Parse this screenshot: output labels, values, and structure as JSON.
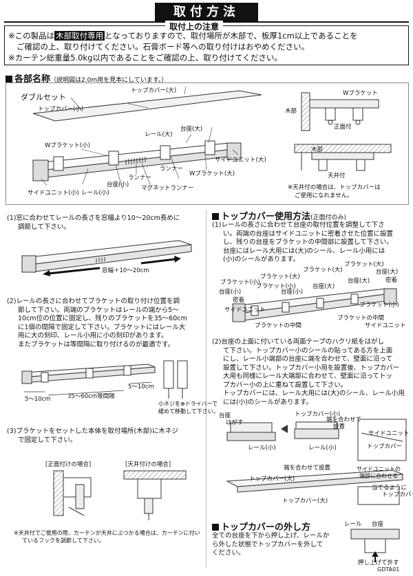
{
  "title": "取付方法",
  "notice": {
    "heading": "取付上の注意",
    "line1_pre": "※この製品は",
    "line1_highlight": "木部取付専用",
    "line1_post": "となっておりますので、取付場所が木部で、板厚1cm以上であることを",
    "line2": "ご確認の上、取り付けてください。石膏ボード等への取り付けはおやめください。",
    "line3": "※カーテン総重量5.0kg以内であることをご確認の上、取り付けてください。"
  },
  "parts": {
    "heading": "各部名称",
    "note": "（説明図は2.0m用を見本にしています。）",
    "set_label": "ダブルセット",
    "labels": {
      "top_cover_large": "トップカバー(大)",
      "top_cover_small": "トップカバー(小)",
      "base_large": "台座(大)",
      "rail_large": "レール(大)",
      "w_bracket_small": "Wブラケット(小)",
      "side_unit_large": "サイドユニット(大)",
      "runner_1": "ランナー",
      "runner_2": "ランナー",
      "magnet_runner": "マグネットランナー",
      "w_bracket_large": "Wブラケット(大)",
      "base_small": "台座(小)",
      "side_unit_small": "サイドユニット(小)",
      "rail_small": "レール(小)"
    },
    "mount": {
      "w_bracket": "Wブラケット",
      "wood": "木部",
      "front": "正面付",
      "wood2": "木部",
      "ceiling": "天井付",
      "ceiling_note_1": "※天井付の場合は、トップカバーは",
      "ceiling_note_2": "ご使用になれません。"
    }
  },
  "steps_left": {
    "s1_line1": "(1)窓に合わせてレールの長さを窓幅より10～20cm長めに",
    "s1_line2": "調節して下さい。",
    "s1_dim": "窓幅＋10～20cm",
    "s2_lines": [
      "(2)レールの長さに合わせてブラケットの取り付け位置を調",
      "節して下さい。両端のブラケットはレールの端から5～",
      "10cm位の位置に固定し、残りのブラケットを35～60cm",
      "に1個の間隔で固定して下さい。ブラケットにはレール大",
      "用に大の刻印、レール小用に小の刻印があります。",
      "またブラケットは等間隔に取り付けるのが最適です。"
    ],
    "s2_dim_left": "5～10cm",
    "s2_dim_mid": "35～60cm等間隔",
    "s2_dim_right": "5～10cm",
    "s2_screw_note_1": "小ネジを⊕ドライバーで",
    "s2_screw_note_2": "緩めて移動して下さい。",
    "s3_line1": "(3)ブラケットをセットした本体を取付場所(木部)に木ネジ",
    "s3_line2": "で固定して下さい。",
    "s3_front": "[正面付けの場合]",
    "s3_ceiling": "[天井付けの場合]",
    "s3_note_1": "※天井付でご使用の際、カーテンが天井にぶつかる場合は、カーテンに付い",
    "s3_note_2": "ているフックを調節して下さい。"
  },
  "steps_right": {
    "heading": "トップカバー使用方法",
    "heading_note": "(正面付のみ)",
    "s1_lines": [
      "(1)レールの長さに合わせて台座の取付位置を調整して下さ",
      "い。両端の台座はサイドユニットに密着させた位置に設置",
      "し、残りの台座をブラケットの中間部に設置して下さい。",
      "台座にはレール大用には(大)のシール、レール小用には",
      "(小)のシールがあります。"
    ],
    "s1_labels": {
      "bracket_small_1": "ブラケット(小)",
      "bracket_large_1": "ブラケット(大)",
      "bracket_small_2": "ブラケット(小)",
      "bracket_large_2": "ブラケット(大)",
      "bracket_small_3": "ブラケット(小)",
      "bracket_large_3": "ブラケット(大)",
      "base_small_1": "台座(小)",
      "base_large_1": "台座(大)",
      "base_small_2": "台座(小)",
      "base_large_2": "台座(大)",
      "base_large_3": "台座(大)",
      "contact_1": "密着",
      "contact_2": "密着",
      "side_unit_1": "サイドユニット",
      "side_unit_2": "サイドユニット",
      "bracket_mid_1": "ブラケットの中間",
      "bracket_mid_2": "ブラケットの中間"
    },
    "s2_lines": [
      "(2)台座の上面に付いている両面テープのハクリ紙をはがし",
      "て下さい。トップカバー小のシールの貼ってある方を上面",
      "にし、レール小端部の台座に端を合わせて、壁面に沿って",
      "設置して下さい。トップカバー小用を設置後、トップカバー",
      "大用も同様にレール大端部に合わせて、壁面に沿ってトッ",
      "プカバー小の上に重ねて設置して下さい。",
      "トップカバーには、レール大用には(大)のシール、レール小用",
      "には(小)のシールがあります。"
    ],
    "s2_labels": {
      "base": "台座",
      "peel": "はがす",
      "rail_small": "レール(小)",
      "top_cover_small": "トップカバー(小)",
      "align_end_1": "端を合わせて",
      "align_end_2": "設置",
      "rail_small_2": "レール(小)",
      "side_unit": "サイドユニット",
      "top_cover": "トップカバー",
      "side_unit_note_1": "サイドユニットの",
      "side_unit_note_2": "端部に合わせる",
      "top_cover_large": "トップカバー(大)",
      "align_end_3": "端を合わせて設置",
      "top_cover_large_2": "トップカバー(大)",
      "abut": "当てるように",
      "top_cover_3": "トップカバー"
    },
    "remove_heading": "トップカバーの外し方",
    "remove_lines": [
      "全ての台座を下から押し上げ、レールか",
      "ら外した状態でトップカバーを外して",
      "ください。"
    ],
    "remove_labels": {
      "rail": "レール",
      "base": "台座",
      "push": "押し上げて外す"
    }
  },
  "footer_code": "GDTA01"
}
